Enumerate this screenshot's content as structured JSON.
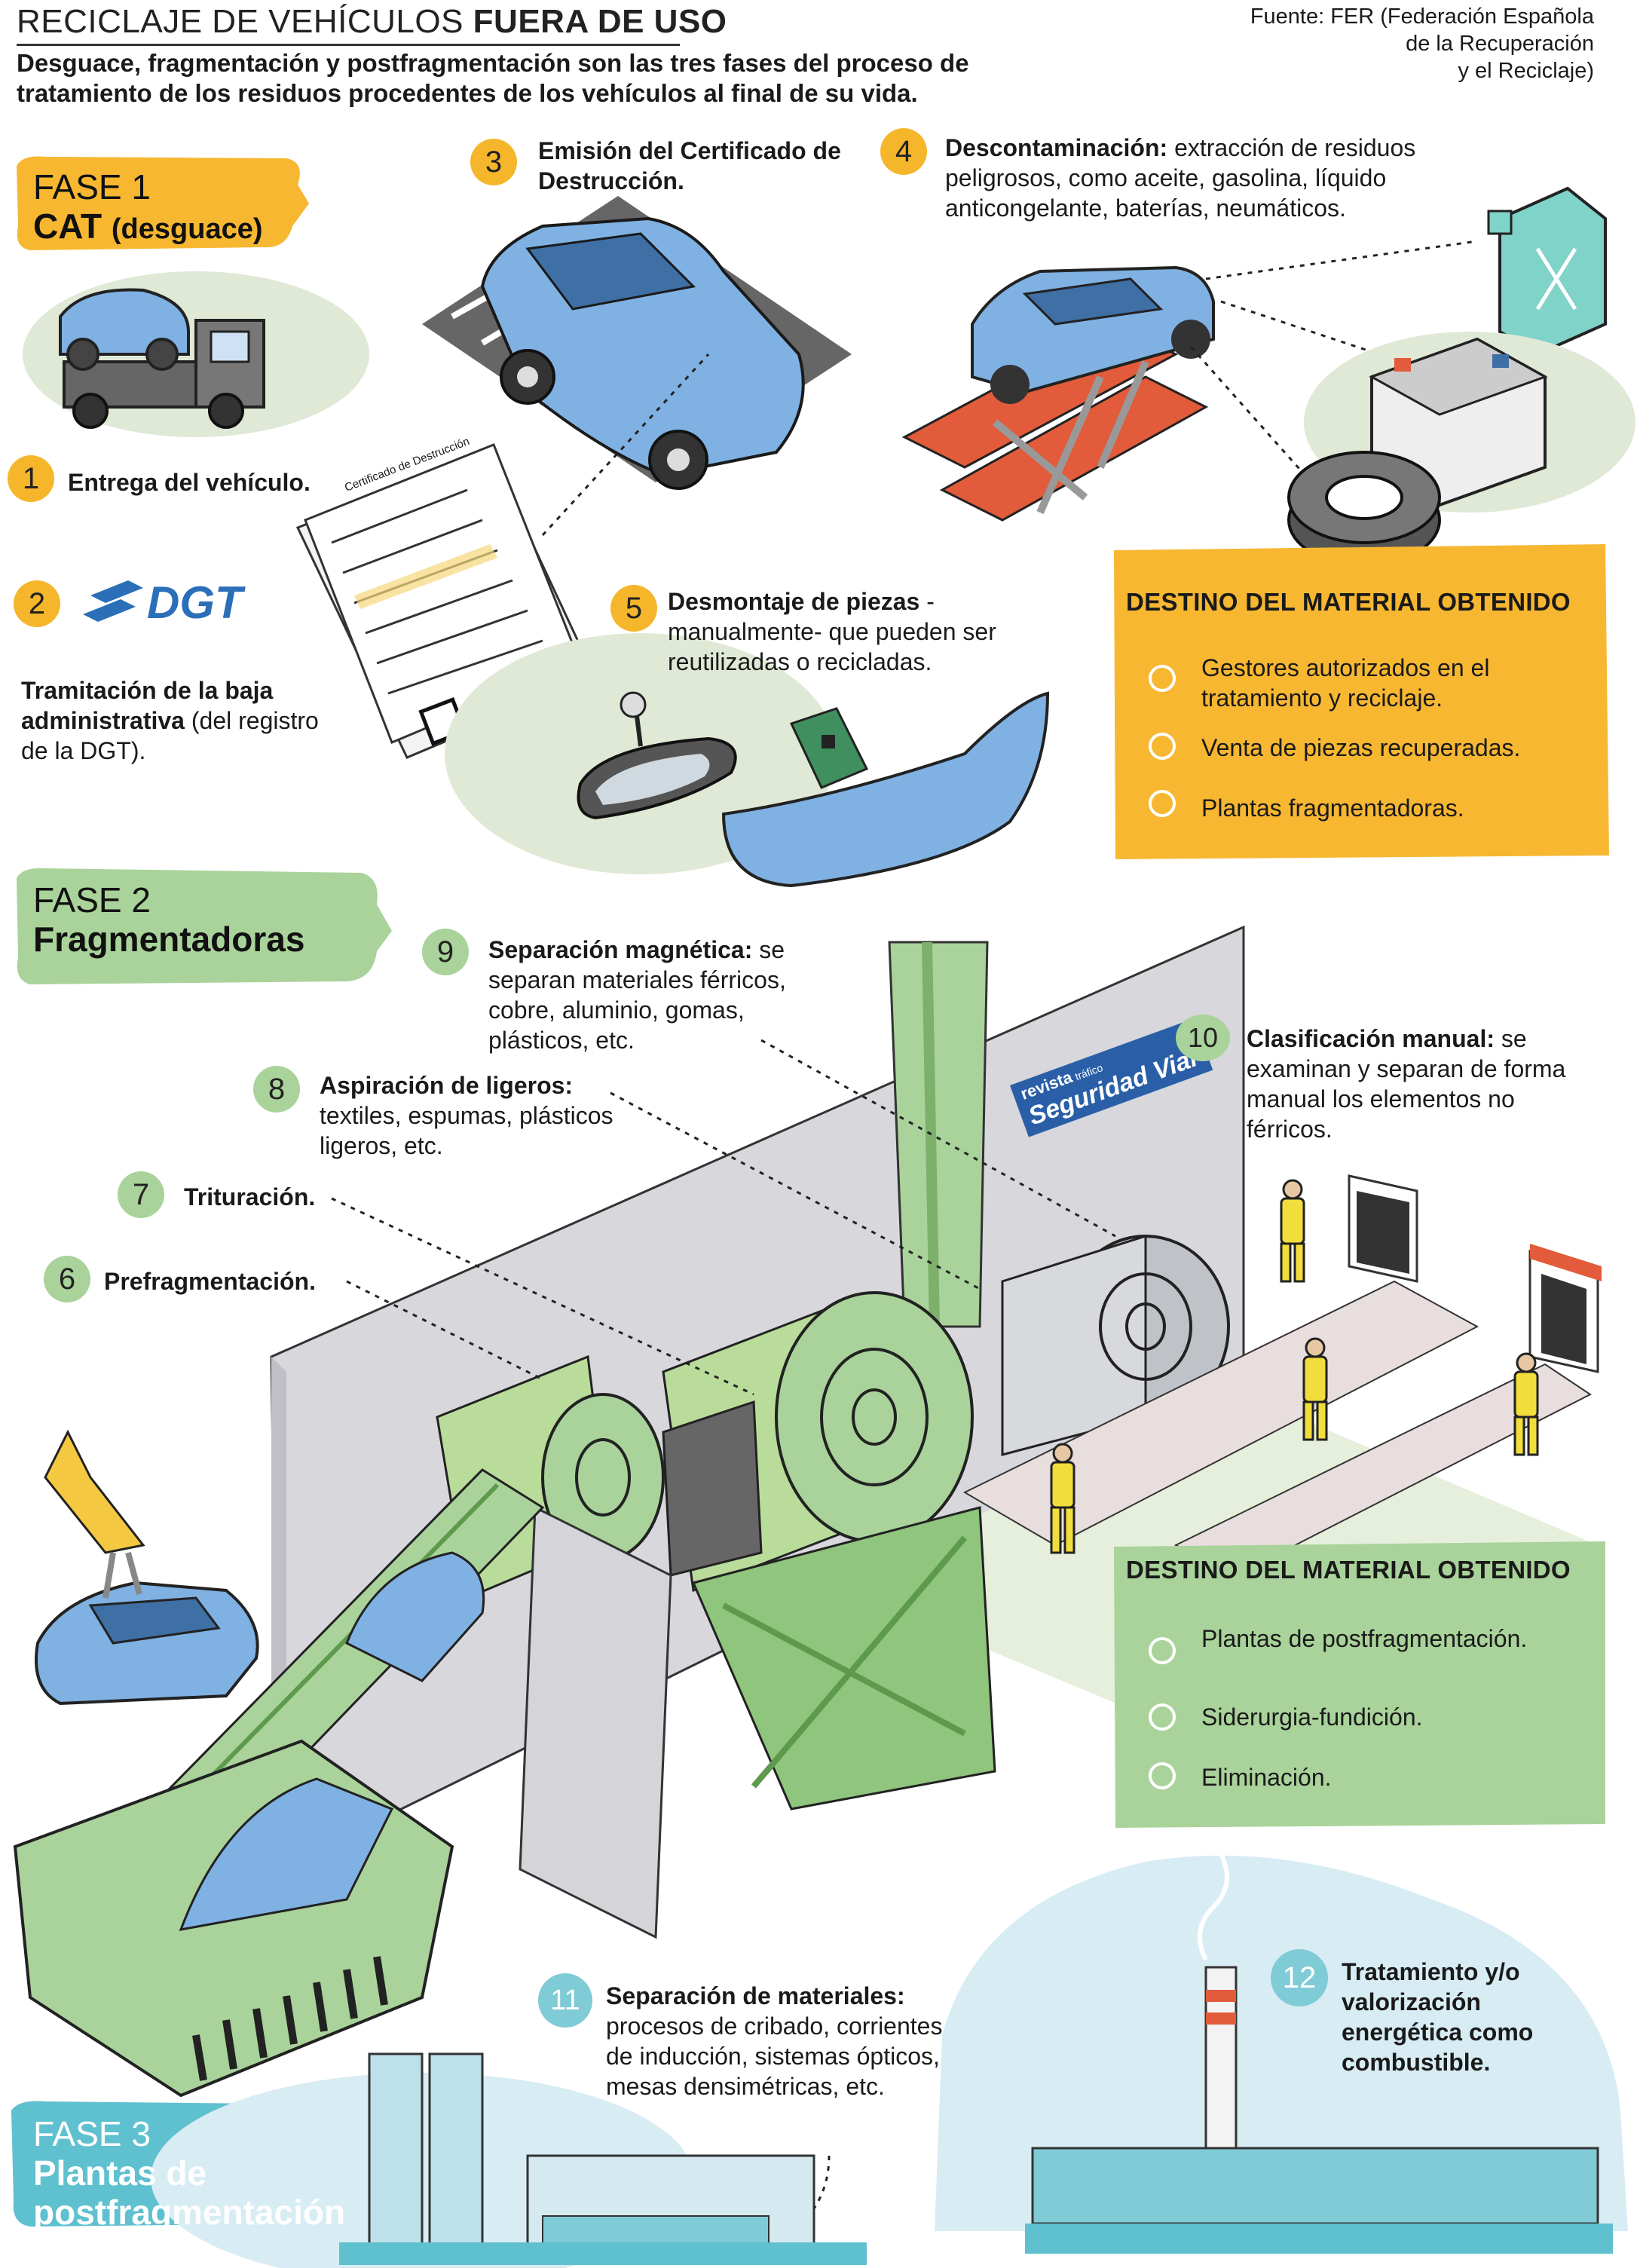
{
  "header": {
    "title_light": "RECICLAJE DE VEHÍCULOS",
    "title_bold": "FUERA DE USO",
    "subtitle": "Desguace, fragmentación y postfragmentación son las tres fases del proceso de tratamiento de los residuos procedentes de los vehículos al final de su vida.",
    "source_lines": [
      "Fuente: FER (Federación Española",
      "de la Recuperación",
      "y el Reciclaje)"
    ]
  },
  "phases": [
    {
      "label": "FASE 1",
      "title_main": "CAT",
      "title_sub": "(desguace)",
      "color": "#f7b731"
    },
    {
      "label": "FASE 2",
      "title_main": "Fragmentadoras",
      "color": "#a9d39a"
    },
    {
      "label": "FASE 3",
      "title_main": "Plantas de postfragmentación",
      "color": "#5fc0cf"
    }
  ],
  "steps": [
    {
      "num": "1",
      "bold": "Entrega del vehículo.",
      "rest": ""
    },
    {
      "num": "2",
      "bold": "Tramitación de la baja administrativa",
      "rest": " (del registro de la DGT)."
    },
    {
      "num": "3",
      "bold": "Emisión del Certificado de Destrucción.",
      "rest": ""
    },
    {
      "num": "4",
      "bold": "Descontaminación:",
      "rest": " extracción de residuos peligrosos, como aceite, gasolina, líquido anticongelante, baterías, neumáticos."
    },
    {
      "num": "5",
      "bold": "Desmontaje de piezas",
      "rest": " -manualmente- que pueden ser reutilizadas o recicladas."
    },
    {
      "num": "6",
      "bold": "Prefragmentación.",
      "rest": ""
    },
    {
      "num": "7",
      "bold": "Trituración.",
      "rest": ""
    },
    {
      "num": "8",
      "bold": "Aspiración de ligeros:",
      "rest": " textiles, espumas, plásticos ligeros, etc."
    },
    {
      "num": "9",
      "bold": "Separación magnética:",
      "rest": " se separan materiales férricos, cobre, aluminio, gomas, plásticos, etc."
    },
    {
      "num": "10",
      "bold": "Clasificación manual:",
      "rest": " se examinan y separan de forma manual los elementos no férricos."
    },
    {
      "num": "11",
      "bold": "Separación de materiales:",
      "rest": " procesos de cribado, corrientes de inducción, sistemas ópticos, mesas densimétricas, etc."
    },
    {
      "num": "12",
      "bold": "Tratamiento y/o valorización energética como combustible.",
      "rest": ""
    }
  ],
  "dest1": {
    "title": "DESTINO DEL MATERIAL OBTENIDO",
    "items": [
      "Gestores autorizados en el tratamiento y reciclaje.",
      "Venta de piezas recuperadas.",
      "Plantas fragmentadoras."
    ]
  },
  "dest2": {
    "title": "DESTINO DEL MATERIAL OBTENIDO",
    "items": [
      "Plantas de postfragmentación.",
      "Siderurgia-fundición.",
      "Eliminación."
    ]
  },
  "logos": {
    "dgt": "DGT",
    "revista_small": "revista",
    "revista_tiny": "tráfico",
    "revista_big": "Seguridad Vial"
  },
  "certificate": {
    "heading": "Certificado de Destrucción"
  },
  "icons": [
    "tow-truck-icon",
    "dgt-logo",
    "car-parked-icon",
    "certificate-icon",
    "lift-car-icon",
    "fuel-can-icon",
    "battery-icon",
    "tire-icon",
    "mirror-icon",
    "circuit-board-icon",
    "bumper-icon",
    "crane-car-icon",
    "container-icon",
    "conveyor-icon",
    "shredder-icon",
    "magnet-drum-icon",
    "worker-icon",
    "tanks-icon",
    "chimney-icon"
  ],
  "colors": {
    "orange": "#f7b731",
    "green": "#a9d39a",
    "blue": "#5fc0cf",
    "car": "#7fb1e3",
    "sky": "#d8ecf4"
  }
}
